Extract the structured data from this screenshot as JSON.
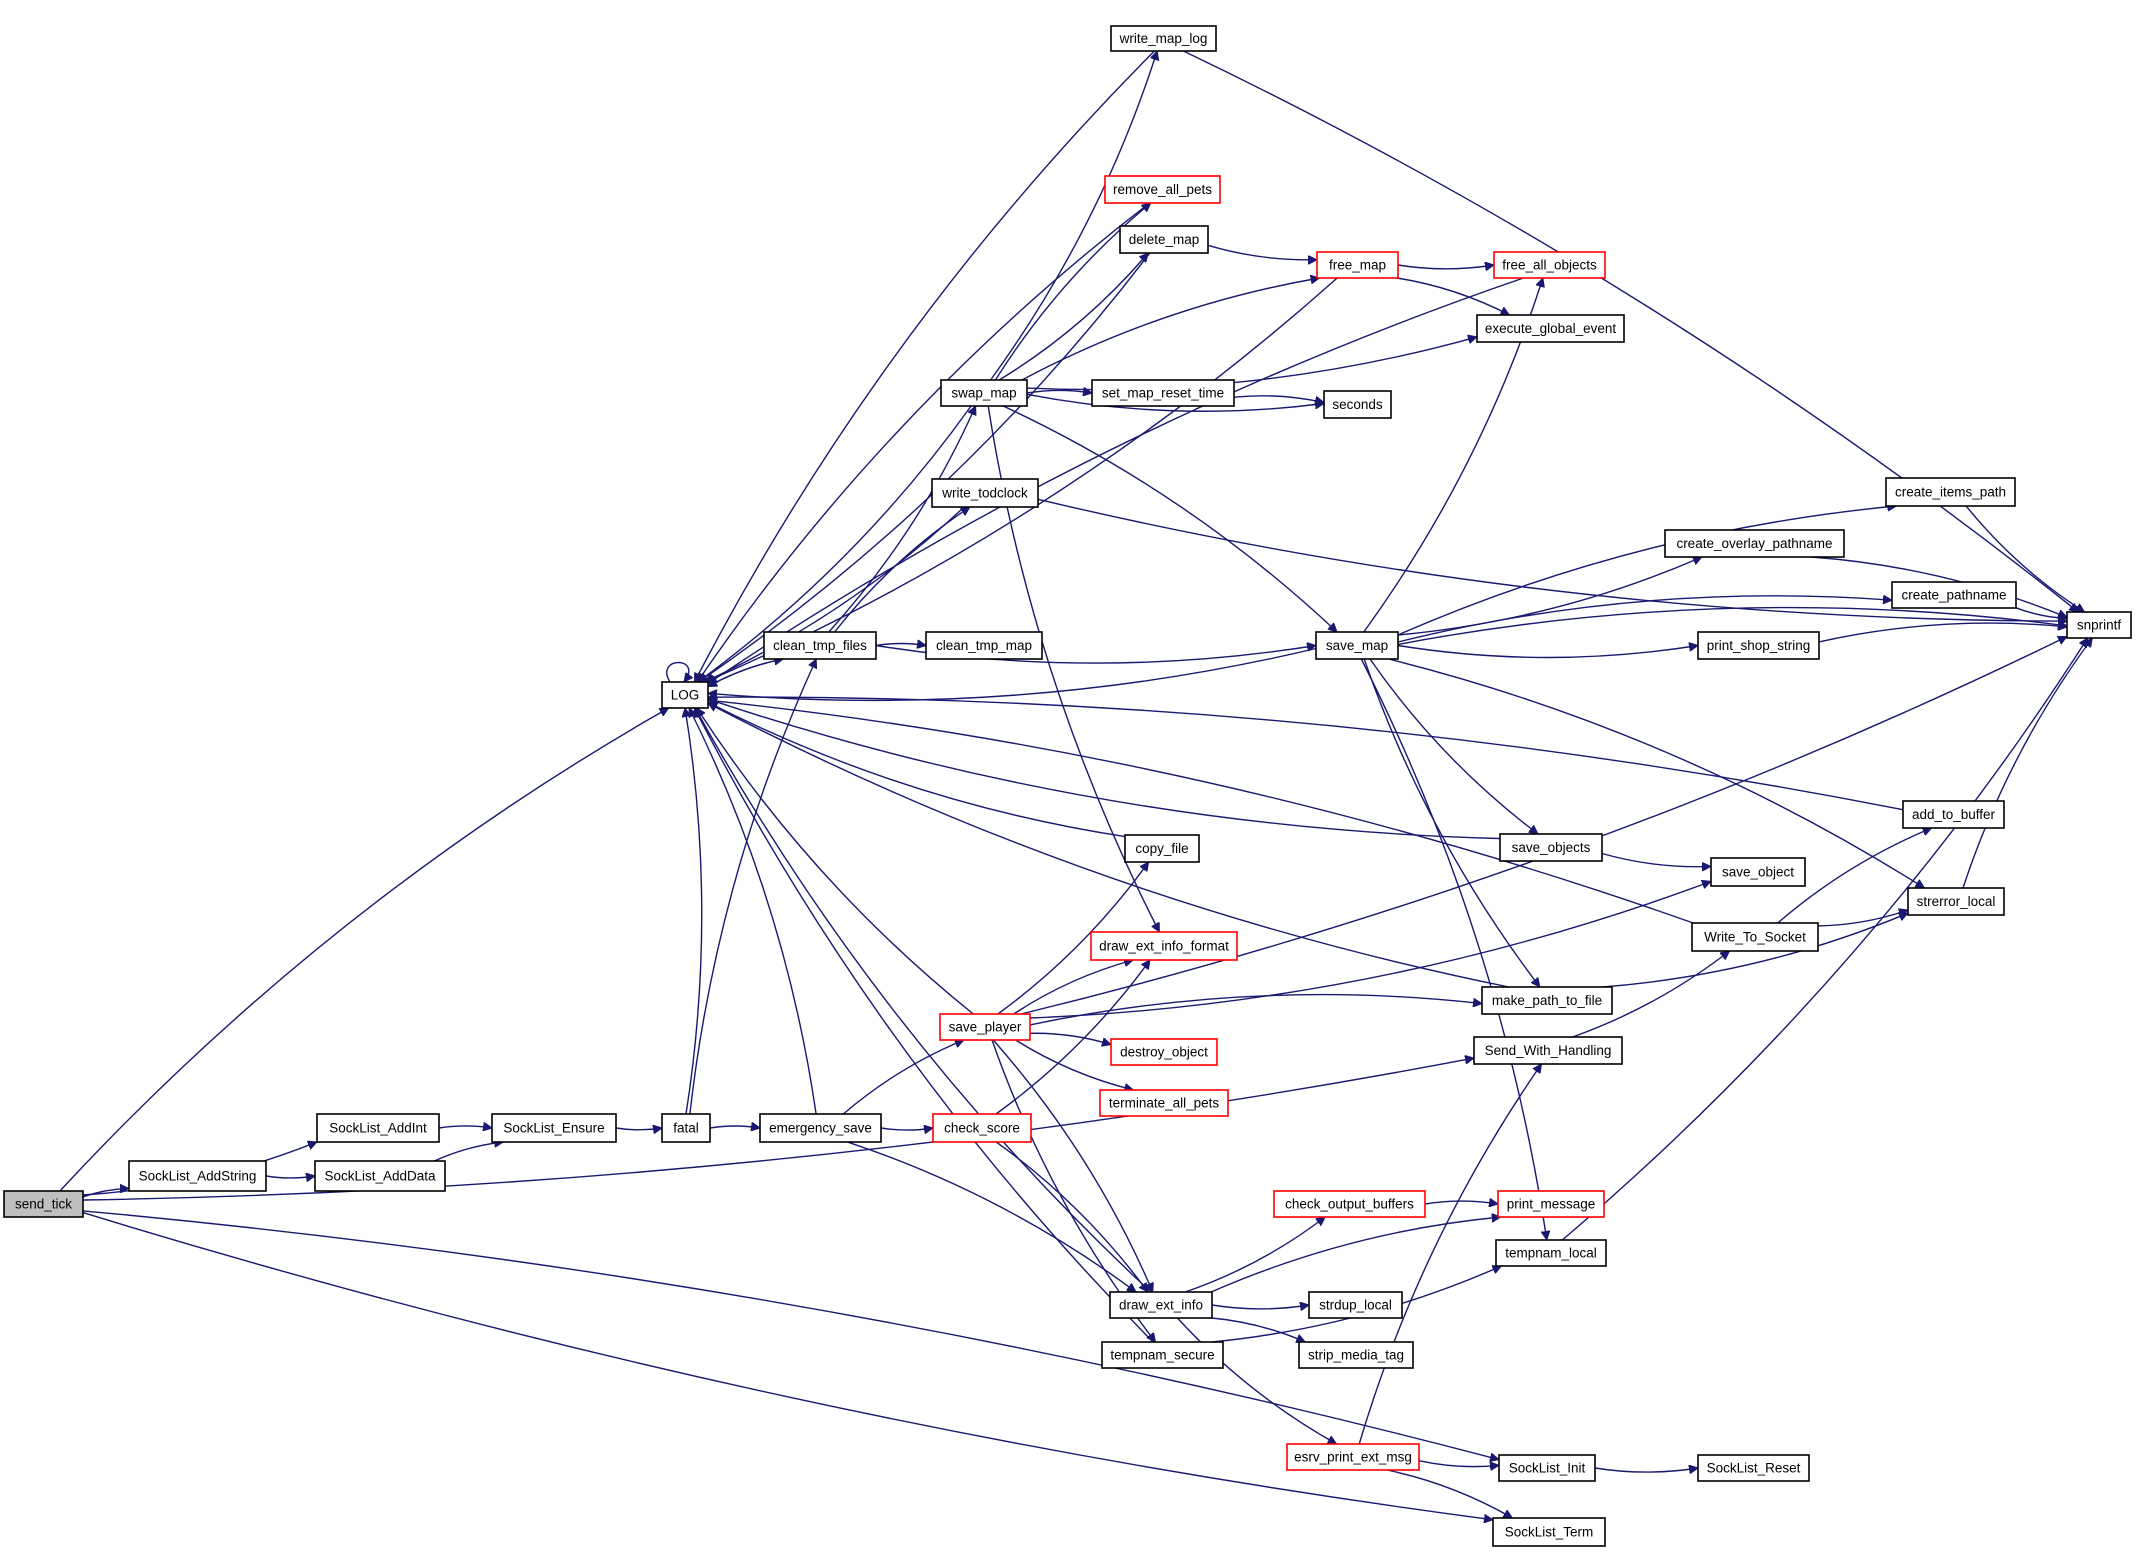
{
  "title": "send_tick call graph",
  "colors": {
    "edge": "#191970",
    "root_fill": "#bfbfbf",
    "normal_border": "#000000",
    "incomplete_border": "#ff0000"
  },
  "root": "send_tick",
  "nodes": [
    {
      "id": "send_tick",
      "label": "send_tick",
      "kind": "root"
    },
    {
      "id": "SockList_AddInt",
      "label": "SockList_AddInt",
      "kind": "normal"
    },
    {
      "id": "SockList_AddString",
      "label": "SockList_AddString",
      "kind": "normal"
    },
    {
      "id": "SockList_AddData",
      "label": "SockList_AddData",
      "kind": "normal"
    },
    {
      "id": "SockList_Ensure",
      "label": "SockList_Ensure",
      "kind": "normal"
    },
    {
      "id": "fatal",
      "label": "fatal",
      "kind": "normal"
    },
    {
      "id": "emergency_save",
      "label": "emergency_save",
      "kind": "normal"
    },
    {
      "id": "check_score",
      "label": "check_score",
      "kind": "incomplete"
    },
    {
      "id": "LOG",
      "label": "LOG",
      "kind": "normal"
    },
    {
      "id": "clean_tmp_files",
      "label": "clean_tmp_files",
      "kind": "normal"
    },
    {
      "id": "clean_tmp_map",
      "label": "clean_tmp_map",
      "kind": "normal"
    },
    {
      "id": "swap_map",
      "label": "swap_map",
      "kind": "normal"
    },
    {
      "id": "set_map_reset_time",
      "label": "set_map_reset_time",
      "kind": "normal"
    },
    {
      "id": "seconds",
      "label": "seconds",
      "kind": "normal"
    },
    {
      "id": "write_todclock",
      "label": "write_todclock",
      "kind": "normal"
    },
    {
      "id": "write_map_log",
      "label": "write_map_log",
      "kind": "normal"
    },
    {
      "id": "remove_all_pets",
      "label": "remove_all_pets",
      "kind": "incomplete"
    },
    {
      "id": "delete_map",
      "label": "delete_map",
      "kind": "normal"
    },
    {
      "id": "free_map",
      "label": "free_map",
      "kind": "incomplete"
    },
    {
      "id": "free_all_objects",
      "label": "free_all_objects",
      "kind": "incomplete"
    },
    {
      "id": "execute_global_event",
      "label": "execute_global_event",
      "kind": "normal"
    },
    {
      "id": "save_map",
      "label": "save_map",
      "kind": "normal"
    },
    {
      "id": "create_items_path",
      "label": "create_items_path",
      "kind": "normal"
    },
    {
      "id": "create_overlay_pathname",
      "label": "create_overlay_pathname",
      "kind": "normal"
    },
    {
      "id": "create_pathname",
      "label": "create_pathname",
      "kind": "normal"
    },
    {
      "id": "print_shop_string",
      "label": "print_shop_string",
      "kind": "normal"
    },
    {
      "id": "snprintf",
      "label": "snprintf",
      "kind": "normal"
    },
    {
      "id": "add_to_buffer",
      "label": "add_to_buffer",
      "kind": "normal"
    },
    {
      "id": "save_objects",
      "label": "save_objects",
      "kind": "normal"
    },
    {
      "id": "save_object",
      "label": "save_object",
      "kind": "normal"
    },
    {
      "id": "strerror_local",
      "label": "strerror_local",
      "kind": "normal"
    },
    {
      "id": "Write_To_Socket",
      "label": "Write_To_Socket",
      "kind": "normal"
    },
    {
      "id": "copy_file",
      "label": "copy_file",
      "kind": "normal"
    },
    {
      "id": "draw_ext_info_format",
      "label": "draw_ext_info_format",
      "kind": "incomplete"
    },
    {
      "id": "make_path_to_file",
      "label": "make_path_to_file",
      "kind": "normal"
    },
    {
      "id": "Send_With_Handling",
      "label": "Send_With_Handling",
      "kind": "normal"
    },
    {
      "id": "save_player",
      "label": "save_player",
      "kind": "incomplete"
    },
    {
      "id": "destroy_object",
      "label": "destroy_object",
      "kind": "incomplete"
    },
    {
      "id": "terminate_all_pets",
      "label": "terminate_all_pets",
      "kind": "incomplete"
    },
    {
      "id": "check_output_buffers",
      "label": "check_output_buffers",
      "kind": "incomplete"
    },
    {
      "id": "print_message",
      "label": "print_message",
      "kind": "incomplete"
    },
    {
      "id": "tempnam_local",
      "label": "tempnam_local",
      "kind": "normal"
    },
    {
      "id": "draw_ext_info",
      "label": "draw_ext_info",
      "kind": "normal"
    },
    {
      "id": "strdup_local",
      "label": "strdup_local",
      "kind": "normal"
    },
    {
      "id": "tempnam_secure",
      "label": "tempnam_secure",
      "kind": "normal"
    },
    {
      "id": "strip_media_tag",
      "label": "strip_media_tag",
      "kind": "normal"
    },
    {
      "id": "esrv_print_ext_msg",
      "label": "esrv_print_ext_msg",
      "kind": "incomplete"
    },
    {
      "id": "SockList_Init",
      "label": "SockList_Init",
      "kind": "normal"
    },
    {
      "id": "SockList_Reset",
      "label": "SockList_Reset",
      "kind": "normal"
    },
    {
      "id": "SockList_Term",
      "label": "SockList_Term",
      "kind": "normal"
    }
  ],
  "edges": [
    [
      "send_tick",
      "LOG"
    ],
    [
      "send_tick",
      "SockList_AddInt"
    ],
    [
      "send_tick",
      "SockList_AddString"
    ],
    [
      "send_tick",
      "Send_With_Handling"
    ],
    [
      "send_tick",
      "SockList_Init"
    ],
    [
      "send_tick",
      "SockList_Term"
    ],
    [
      "SockList_AddInt",
      "SockList_Ensure"
    ],
    [
      "SockList_AddString",
      "SockList_AddData"
    ],
    [
      "SockList_AddData",
      "SockList_Ensure"
    ],
    [
      "SockList_Ensure",
      "fatal"
    ],
    [
      "fatal",
      "emergency_save"
    ],
    [
      "fatal",
      "LOG"
    ],
    [
      "fatal",
      "clean_tmp_files"
    ],
    [
      "emergency_save",
      "LOG"
    ],
    [
      "emergency_save",
      "save_player"
    ],
    [
      "emergency_save",
      "check_score"
    ],
    [
      "emergency_save",
      "draw_ext_info"
    ],
    [
      "check_score",
      "draw_ext_info_format"
    ],
    [
      "check_score",
      "draw_ext_info"
    ],
    [
      "LOG",
      "LOG"
    ],
    [
      "LOG",
      "clean_tmp_files"
    ],
    [
      "clean_tmp_files",
      "LOG"
    ],
    [
      "clean_tmp_files",
      "clean_tmp_map"
    ],
    [
      "clean_tmp_files",
      "swap_map"
    ],
    [
      "clean_tmp_files",
      "write_todclock"
    ],
    [
      "clean_tmp_files",
      "save_map"
    ],
    [
      "swap_map",
      "LOG"
    ],
    [
      "swap_map",
      "write_map_log"
    ],
    [
      "swap_map",
      "remove_all_pets"
    ],
    [
      "swap_map",
      "delete_map"
    ],
    [
      "swap_map",
      "free_map"
    ],
    [
      "swap_map",
      "execute_global_event"
    ],
    [
      "swap_map",
      "set_map_reset_time"
    ],
    [
      "swap_map",
      "seconds"
    ],
    [
      "swap_map",
      "save_map"
    ],
    [
      "swap_map",
      "draw_ext_info_format"
    ],
    [
      "set_map_reset_time",
      "seconds"
    ],
    [
      "write_map_log",
      "LOG"
    ],
    [
      "write_map_log",
      "snprintf"
    ],
    [
      "remove_all_pets",
      "LOG"
    ],
    [
      "delete_map",
      "LOG"
    ],
    [
      "delete_map",
      "free_map"
    ],
    [
      "free_map",
      "LOG"
    ],
    [
      "free_map",
      "free_all_objects"
    ],
    [
      "free_map",
      "execute_global_event"
    ],
    [
      "free_all_objects",
      "LOG"
    ],
    [
      "write_todclock",
      "LOG"
    ],
    [
      "write_todclock",
      "snprintf"
    ],
    [
      "save_map",
      "LOG"
    ],
    [
      "save_map",
      "free_all_objects"
    ],
    [
      "save_map",
      "create_items_path"
    ],
    [
      "save_map",
      "create_overlay_pathname"
    ],
    [
      "save_map",
      "create_pathname"
    ],
    [
      "save_map",
      "print_shop_string"
    ],
    [
      "save_map",
      "snprintf"
    ],
    [
      "save_map",
      "save_objects"
    ],
    [
      "save_map",
      "strerror_local"
    ],
    [
      "save_map",
      "make_path_to_file"
    ],
    [
      "save_map",
      "tempnam_local"
    ],
    [
      "create_items_path",
      "snprintf"
    ],
    [
      "create_overlay_pathname",
      "snprintf"
    ],
    [
      "create_pathname",
      "snprintf"
    ],
    [
      "print_shop_string",
      "snprintf"
    ],
    [
      "add_to_buffer",
      "LOG"
    ],
    [
      "save_objects",
      "LOG"
    ],
    [
      "save_objects",
      "save_object"
    ],
    [
      "strerror_local",
      "snprintf"
    ],
    [
      "Write_To_Socket",
      "LOG"
    ],
    [
      "Write_To_Socket",
      "add_to_buffer"
    ],
    [
      "Write_To_Socket",
      "strerror_local"
    ],
    [
      "copy_file",
      "LOG"
    ],
    [
      "make_path_to_file",
      "strerror_local"
    ],
    [
      "make_path_to_file",
      "LOG"
    ],
    [
      "Send_With_Handling",
      "Write_To_Socket"
    ],
    [
      "save_player",
      "LOG"
    ],
    [
      "save_player",
      "copy_file"
    ],
    [
      "save_player",
      "draw_ext_info_format"
    ],
    [
      "save_player",
      "save_object"
    ],
    [
      "save_player",
      "destroy_object"
    ],
    [
      "save_player",
      "terminate_all_pets"
    ],
    [
      "save_player",
      "make_path_to_file"
    ],
    [
      "save_player",
      "snprintf"
    ],
    [
      "save_player",
      "draw_ext_info"
    ],
    [
      "save_player",
      "tempnam_secure"
    ],
    [
      "check_output_buffers",
      "print_message"
    ],
    [
      "tempnam_local",
      "snprintf"
    ],
    [
      "draw_ext_info",
      "LOG"
    ],
    [
      "draw_ext_info",
      "check_output_buffers"
    ],
    [
      "draw_ext_info",
      "print_message"
    ],
    [
      "draw_ext_info",
      "strdup_local"
    ],
    [
      "draw_ext_info",
      "strip_media_tag"
    ],
    [
      "draw_ext_info",
      "esrv_print_ext_msg"
    ],
    [
      "tempnam_secure",
      "LOG"
    ],
    [
      "tempnam_secure",
      "tempnam_local"
    ],
    [
      "esrv_print_ext_msg",
      "Send_With_Handling"
    ],
    [
      "esrv_print_ext_msg",
      "SockList_Init"
    ],
    [
      "esrv_print_ext_msg",
      "SockList_Term"
    ],
    [
      "SockList_Init",
      "SockList_Reset"
    ]
  ]
}
